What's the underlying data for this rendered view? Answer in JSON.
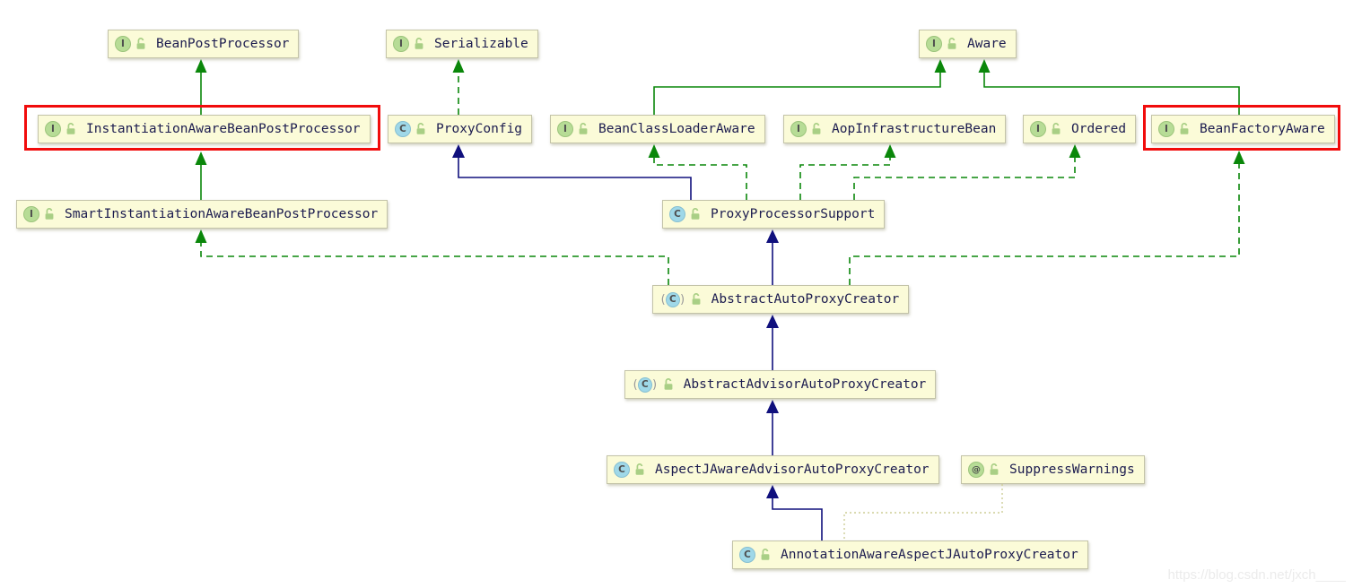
{
  "diagram": {
    "kind": "uml-class-inheritance-diagram",
    "subject": "Spring AOP AnnotationAwareAspectJAutoProxyCreator class hierarchy"
  },
  "icons": {
    "interface_letter": "I",
    "class_letter": "C",
    "annotation_letter": "@"
  },
  "colors": {
    "node_fill": "#fbfbd8",
    "node_border": "#c3c3a8",
    "extends_interface_line": "#0a870a",
    "extends_class_line": "#10107d",
    "implements_line": "#0a870a",
    "annotation_line": "#cdcd96",
    "highlight_border": "#f10c0c",
    "interface_icon_fill": "#b7dc96",
    "class_icon_fill": "#9fd8e8"
  },
  "nodes": {
    "beanPostProcessor": {
      "label": "BeanPostProcessor",
      "kind": "interface"
    },
    "serializable": {
      "label": "Serializable",
      "kind": "interface"
    },
    "aware": {
      "label": "Aware",
      "kind": "interface"
    },
    "instantiationAwareBeanPostProcessor": {
      "label": "InstantiationAwareBeanPostProcessor",
      "kind": "interface",
      "highlighted": true
    },
    "proxyConfig": {
      "label": "ProxyConfig",
      "kind": "class"
    },
    "beanClassLoaderAware": {
      "label": "BeanClassLoaderAware",
      "kind": "interface"
    },
    "aopInfrastructureBean": {
      "label": "AopInfrastructureBean",
      "kind": "interface"
    },
    "ordered": {
      "label": "Ordered",
      "kind": "interface"
    },
    "beanFactoryAware": {
      "label": "BeanFactoryAware",
      "kind": "interface",
      "highlighted": true
    },
    "smartInstantiationAwareBeanPostProcessor": {
      "label": "SmartInstantiationAwareBeanPostProcessor",
      "kind": "interface"
    },
    "proxyProcessorSupport": {
      "label": "ProxyProcessorSupport",
      "kind": "class"
    },
    "abstractAutoProxyCreator": {
      "label": "AbstractAutoProxyCreator",
      "kind": "abstract-class"
    },
    "abstractAdvisorAutoProxyCreator": {
      "label": "AbstractAdvisorAutoProxyCreator",
      "kind": "abstract-class"
    },
    "aspectJAwareAdvisorAutoProxyCreator": {
      "label": "AspectJAwareAdvisorAutoProxyCreator",
      "kind": "class"
    },
    "suppressWarnings": {
      "label": "SuppressWarnings",
      "kind": "annotation"
    },
    "annotationAwareAspectJAutoProxyCreator": {
      "label": "AnnotationAwareAspectJAutoProxyCreator",
      "kind": "class"
    }
  },
  "edges": [
    {
      "from": "InstantiationAwareBeanPostProcessor",
      "to": "BeanPostProcessor",
      "type": "extends",
      "style": "solid-green"
    },
    {
      "from": "SmartInstantiationAwareBeanPostProcessor",
      "to": "InstantiationAwareBeanPostProcessor",
      "type": "extends",
      "style": "solid-green"
    },
    {
      "from": "BeanClassLoaderAware",
      "to": "Aware",
      "type": "extends",
      "style": "solid-green"
    },
    {
      "from": "BeanFactoryAware",
      "to": "Aware",
      "type": "extends",
      "style": "solid-green"
    },
    {
      "from": "ProxyConfig",
      "to": "Serializable",
      "type": "implements",
      "style": "dashed-green"
    },
    {
      "from": "ProxyProcessorSupport",
      "to": "ProxyConfig",
      "type": "extends",
      "style": "solid-blue"
    },
    {
      "from": "ProxyProcessorSupport",
      "to": "BeanClassLoaderAware",
      "type": "implements",
      "style": "dashed-green"
    },
    {
      "from": "ProxyProcessorSupport",
      "to": "AopInfrastructureBean",
      "type": "implements",
      "style": "dashed-green"
    },
    {
      "from": "ProxyProcessorSupport",
      "to": "Ordered",
      "type": "implements",
      "style": "dashed-green"
    },
    {
      "from": "AbstractAutoProxyCreator",
      "to": "ProxyProcessorSupport",
      "type": "extends",
      "style": "solid-blue"
    },
    {
      "from": "AbstractAutoProxyCreator",
      "to": "SmartInstantiationAwareBeanPostProcessor",
      "type": "implements",
      "style": "dashed-green"
    },
    {
      "from": "AbstractAutoProxyCreator",
      "to": "BeanFactoryAware",
      "type": "implements",
      "style": "dashed-green"
    },
    {
      "from": "AbstractAdvisorAutoProxyCreator",
      "to": "AbstractAutoProxyCreator",
      "type": "extends",
      "style": "solid-blue"
    },
    {
      "from": "AspectJAwareAdvisorAutoProxyCreator",
      "to": "AbstractAdvisorAutoProxyCreator",
      "type": "extends",
      "style": "solid-blue"
    },
    {
      "from": "AnnotationAwareAspectJAutoProxyCreator",
      "to": "AspectJAwareAdvisorAutoProxyCreator",
      "type": "extends",
      "style": "solid-blue"
    },
    {
      "from": "AnnotationAwareAspectJAutoProxyCreator",
      "to": "SuppressWarnings",
      "type": "annotated-with",
      "style": "dotted-khaki"
    }
  ],
  "watermark": {
    "text": "https://blog.csdn.net/jxch____"
  }
}
